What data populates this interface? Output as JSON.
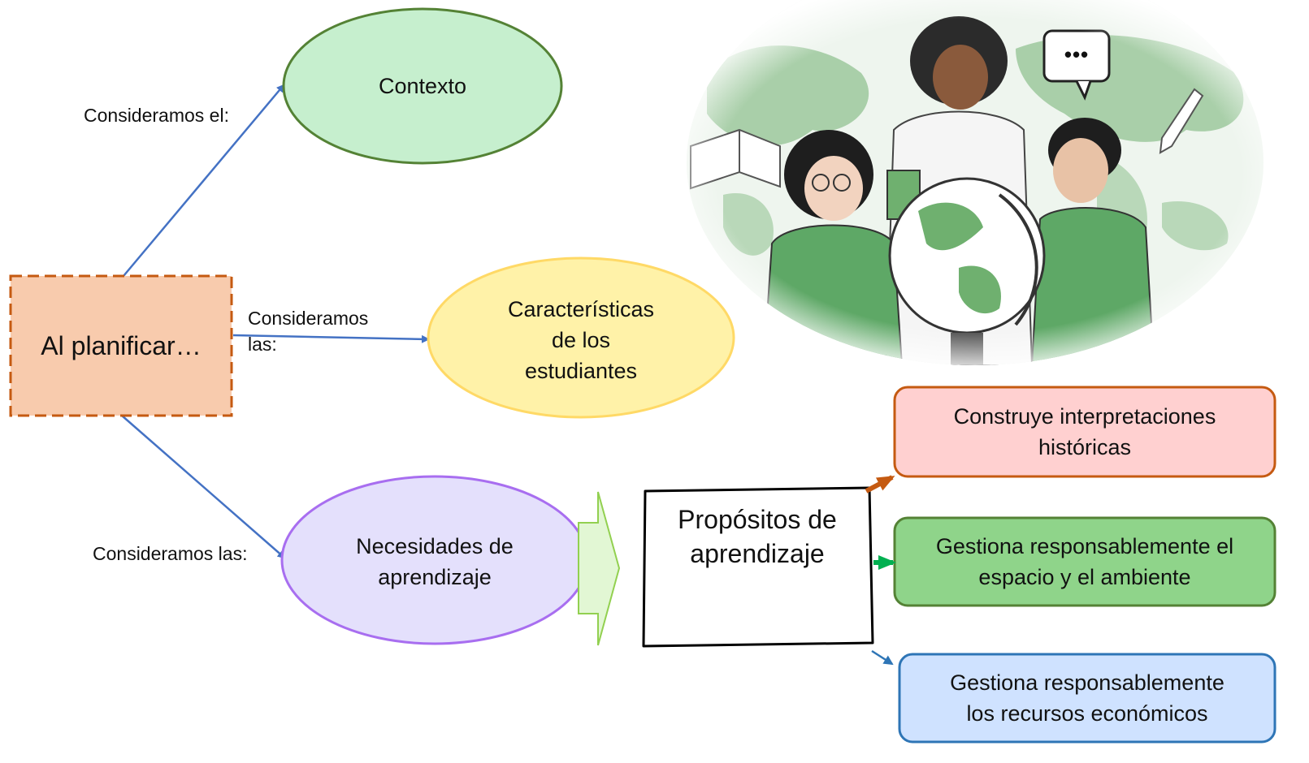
{
  "start": {
    "label": "Al planificar…"
  },
  "edges": {
    "contexto_label": "Consideramos el:",
    "caracteristicas_label_1": "Consideramos",
    "caracteristicas_label_2": "las:",
    "necesidades_label": "Consideramos las:"
  },
  "nodes": {
    "contexto": "Contexto",
    "caracteristicas": [
      "Características",
      "de los",
      "estudiantes"
    ],
    "necesidades": [
      "Necesidades de",
      "aprendizaje"
    ],
    "propositos": [
      "Propósitos de",
      "aprendizaje"
    ]
  },
  "competencias": [
    {
      "lines": [
        "Construye interpretaciones",
        "históricas"
      ]
    },
    {
      "lines": [
        "Gestiona responsablemente el",
        "espacio y el ambiente"
      ]
    },
    {
      "lines": [
        "Gestiona responsablemente",
        "los recursos económicos"
      ]
    }
  ],
  "illustration": {
    "bubble_text": "•••"
  },
  "colors": {
    "arrow_blue": "#4472c4",
    "start_fill": "#f8cbad",
    "start_border": "#c55a11",
    "contexto_fill": "#c6efce",
    "contexto_border": "#548235",
    "caracteristicas_fill": "#fff2a8",
    "caracteristicas_border": "#ffd966",
    "necesidades_fill": "#e4e0fc",
    "necesidades_border": "#a86ef0",
    "big_arrow_fill": "#e2f7d4",
    "big_arrow_border": "#92d050",
    "comp1_fill": "#ffd0d0",
    "comp1_border": "#c55a11",
    "comp2_fill": "#8fd48a",
    "comp2_border": "#548235",
    "comp3_fill": "#cfe2ff",
    "comp3_border": "#2e75b6",
    "arrow_orange": "#c55a11",
    "arrow_green": "#00b050",
    "arrow_blue2": "#2e75b6"
  }
}
